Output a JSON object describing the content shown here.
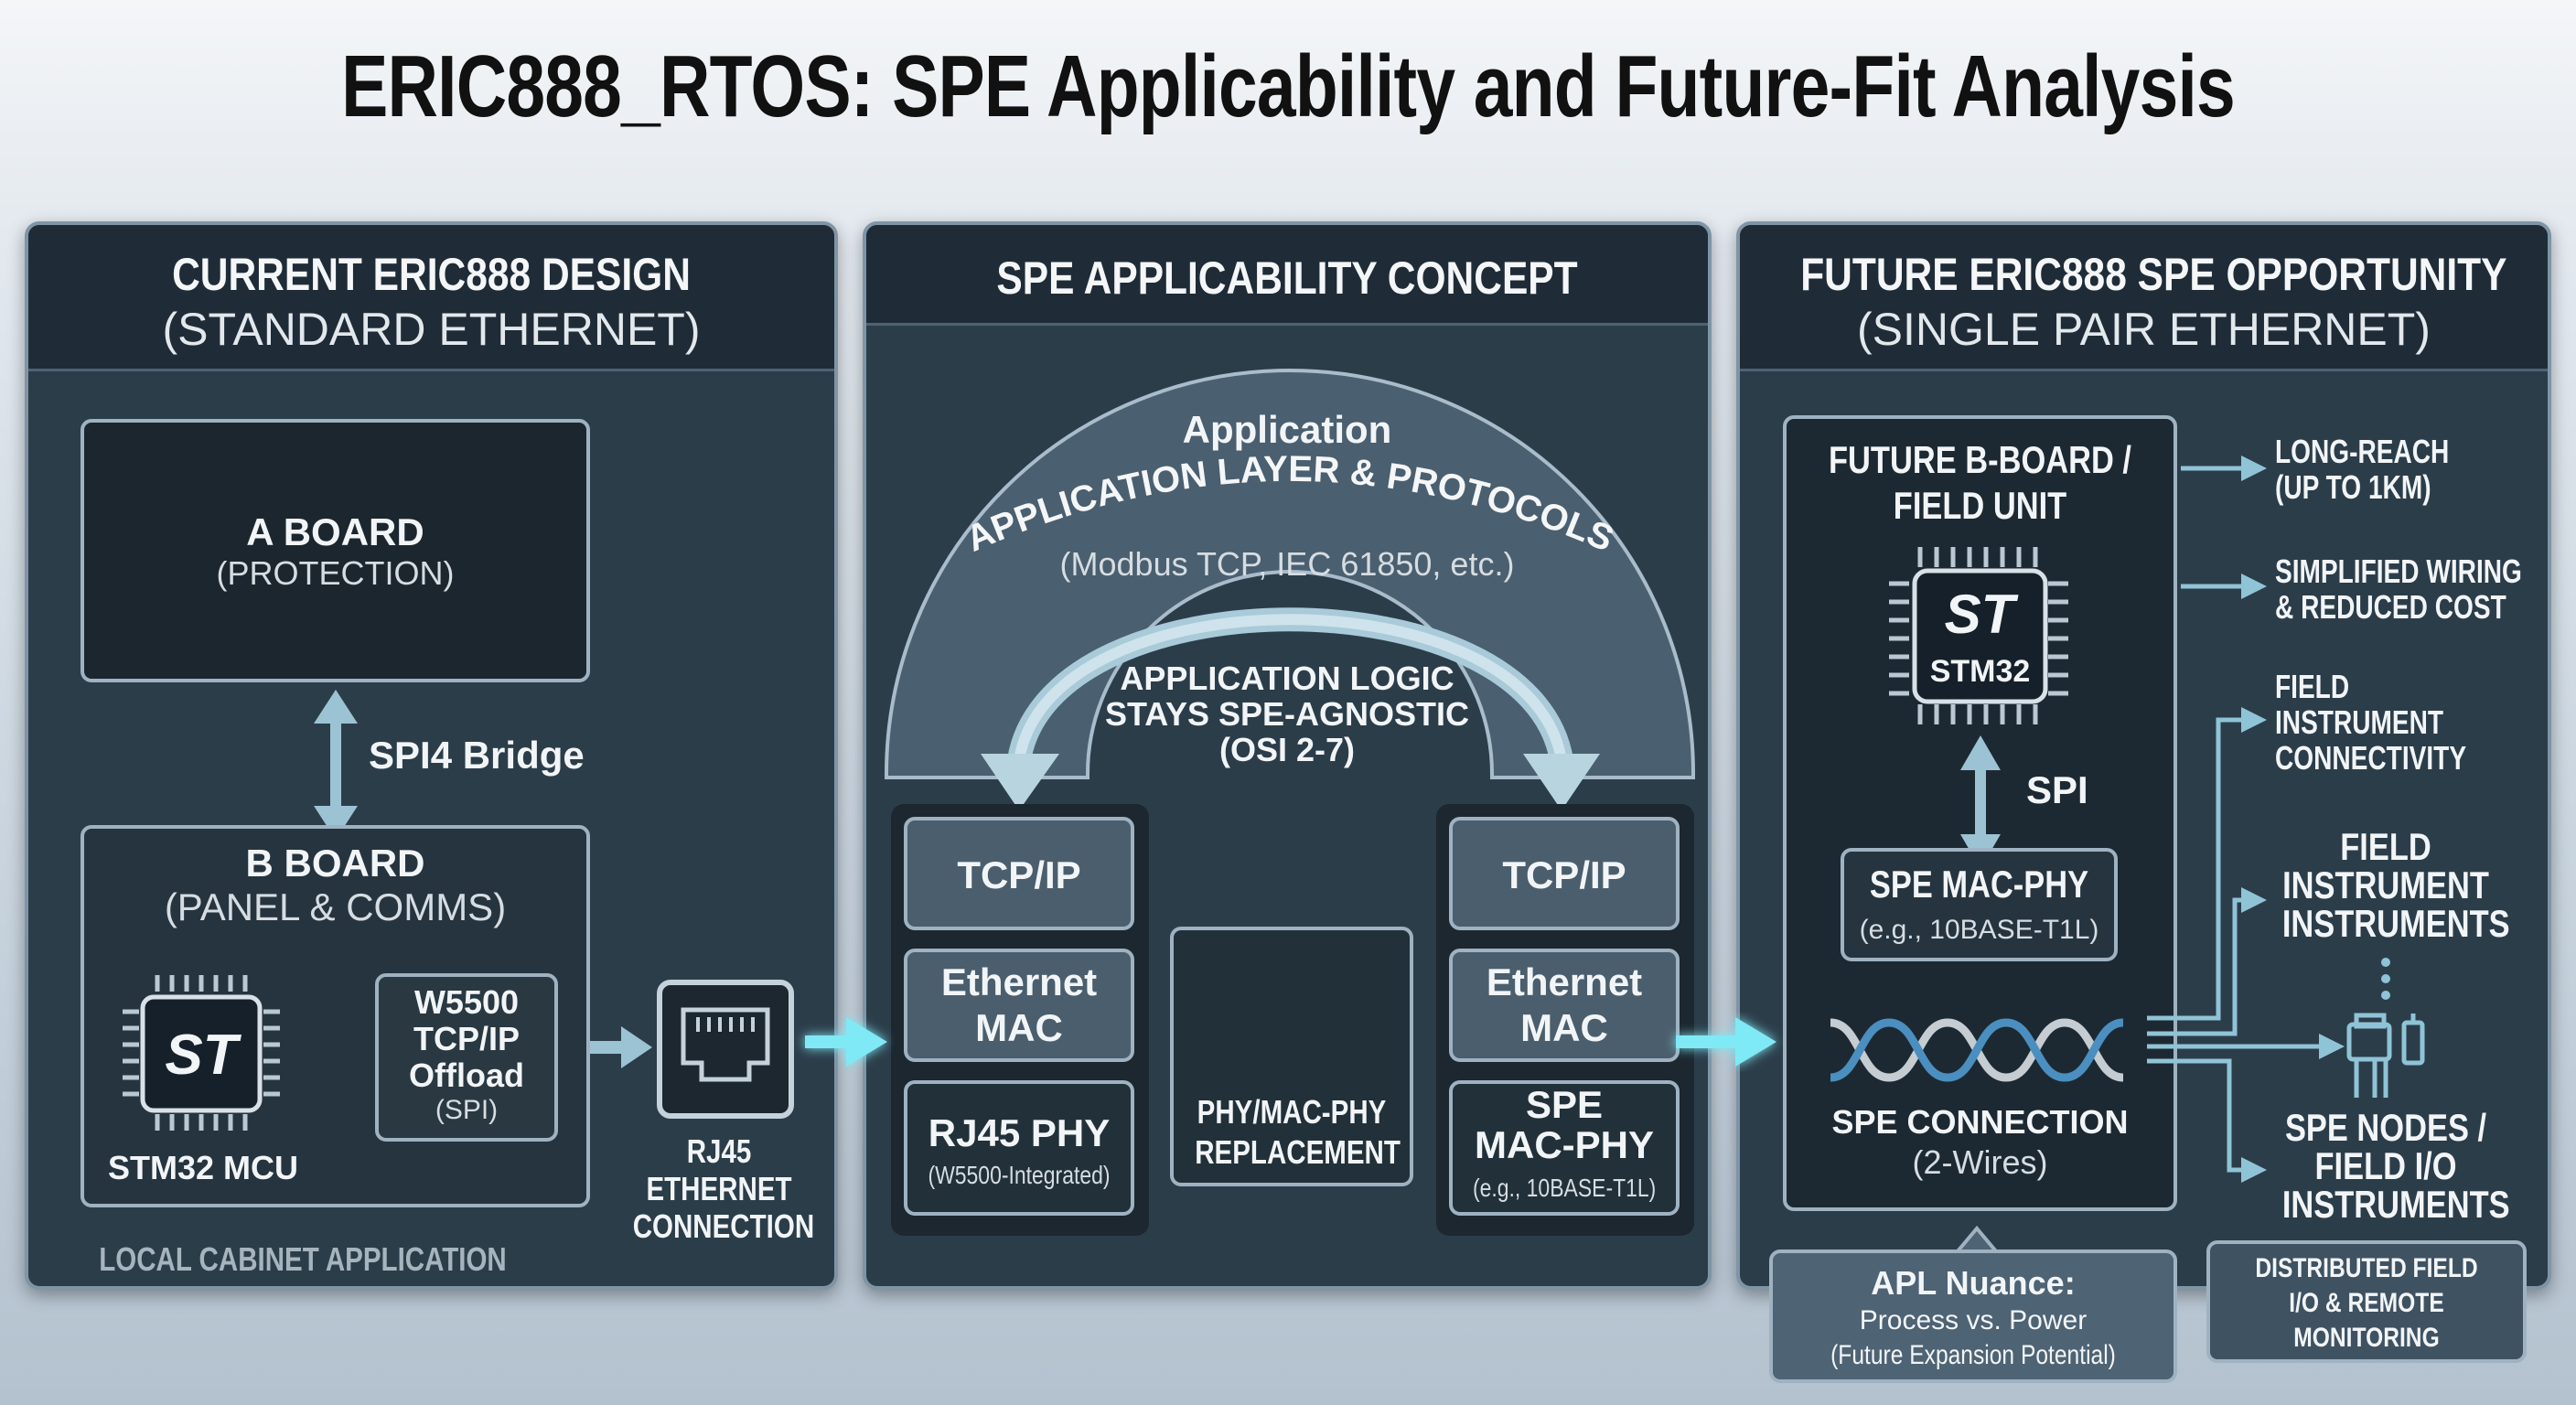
{
  "title": "ERIC888_RTOS: SPE Applicability and Future-Fit Analysis",
  "colors": {
    "accent_cyan": "#6fe4f2",
    "panel_bg": "#2c3d4a",
    "arrow": "#9cc3d3"
  },
  "panel_current": {
    "title": "CURRENT ERIC888 DESIGN",
    "subtitle": "(STANDARD ETHERNET)",
    "a_board": {
      "title": "A BOARD",
      "subtitle": "(PROTECTION)"
    },
    "bridge_label": "SPI4 Bridge",
    "b_board": {
      "title": "B BOARD",
      "subtitle": "(PANEL & COMMS)"
    },
    "mcu_label": "STM32 MCU",
    "w5500": {
      "line1": "W5500",
      "line2": "TCP/IP",
      "line3": "Offload",
      "line4": "(SPI)"
    },
    "rj45": {
      "line1": "RJ45",
      "line2": "ETHERNET",
      "line3": "CONNECTION"
    },
    "footer": "LOCAL CABINET APPLICATION"
  },
  "panel_concept": {
    "title": "SPE APPLICABILITY CONCEPT",
    "arch_title": "Application",
    "arch_layer": "APPLICATION LAYER & PROTOCOLS",
    "arch_protocols": "(Modbus TCP, IEC 61850, etc.)",
    "logic": {
      "line1": "APPLICATION LOGIC",
      "line2": "STAYS SPE-AGNOSTIC",
      "line3": "(OSI 2-7)"
    },
    "left_stack": {
      "tcp": "TCP/IP",
      "mac1": "Ethernet",
      "mac2": "MAC",
      "phy": "RJ45 PHY",
      "phy_sub": "(W5500-Integrated)"
    },
    "middle": {
      "line1": "PHY/MAC-PHY",
      "line2": "REPLACEMENT"
    },
    "right_stack": {
      "tcp": "TCP/IP",
      "mac1": "Ethernet",
      "mac2": "MAC",
      "phy1": "SPE",
      "phy2": "MAC-PHY",
      "phy_sub": "(e.g., 10BASE-T1L)"
    }
  },
  "panel_future": {
    "title": "FUTURE ERIC888 SPE OPPORTUNITY",
    "subtitle": "(SINGLE PAIR ETHERNET)",
    "unit": {
      "line1": "FUTURE B-BOARD /",
      "line2": "FIELD UNIT"
    },
    "chip_label": "STM32",
    "spi_label": "SPI",
    "macphy": {
      "title": "SPE MAC-PHY",
      "sub": "(e.g., 10BASE-T1L)"
    },
    "connection": {
      "title": "SPE CONNECTION",
      "sub": "(2-Wires)"
    },
    "benefits": [
      {
        "line1": "LONG-REACH",
        "line2": "(UP TO 1KM)"
      },
      {
        "line1": "SIMPLIFIED WIRING",
        "line2": "& REDUCED COST"
      },
      {
        "line1": "FIELD",
        "line2": "INSTRUMENT",
        "line3": "CONNECTIVITY"
      },
      {
        "line1": "FIELD",
        "line2": "INSTRUMENT",
        "line3": "INSTRUMENTS"
      },
      {
        "line1": "SPE NODES /",
        "line2": "FIELD I/O",
        "line3": "INSTRUMENTS"
      }
    ],
    "apl": {
      "title": "APL Nuance:",
      "line2": "Process vs. Power",
      "line3": "(Future Expansion Potential)"
    },
    "distributed": {
      "line1": "DISTRIBUTED FIELD",
      "line2": "I/O & REMOTE",
      "line3": "MONITORING"
    }
  }
}
